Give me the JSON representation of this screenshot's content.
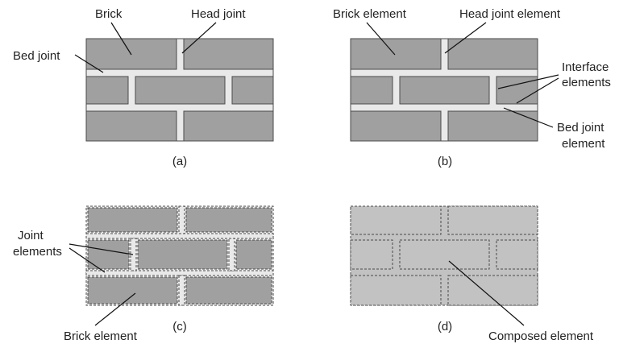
{
  "panels": {
    "a": {
      "caption": "(a)",
      "labels": {
        "brick": "Brick",
        "head_joint": "Head joint",
        "bed_joint": "Bed joint"
      }
    },
    "b": {
      "caption": "(b)",
      "labels": {
        "brick_element": "Brick element",
        "head_joint_element": "Head joint element",
        "interface_line1": "Interface",
        "interface_line2": "elements",
        "bed_joint_line1": "Bed joint",
        "bed_joint_line2": "element"
      }
    },
    "c": {
      "caption": "(c)",
      "labels": {
        "joint_line1": "Joint",
        "joint_line2": "elements",
        "brick_element": "Brick element"
      }
    },
    "d": {
      "caption": "(d)",
      "labels": {
        "composed_element": "Composed element"
      }
    }
  }
}
